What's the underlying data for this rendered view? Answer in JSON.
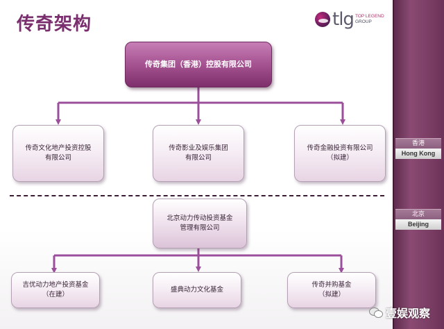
{
  "title": "传奇架构",
  "logo": {
    "mark": "tlg",
    "line1": "TOP LEGEND",
    "line2": "GROUP"
  },
  "root": {
    "label": "传奇集团（香港）控股有限公司"
  },
  "hong_kong_subsidiaries": [
    {
      "line1": "传奇文化地产投资控股",
      "line2": "有限公司"
    },
    {
      "line1": "传奇影业及娱乐集团",
      "line2": "有限公司"
    },
    {
      "line1": "传奇金融投资有限公司",
      "line2": "（拟建）"
    }
  ],
  "beijing_manager": {
    "line1": "北京动力传动投资基金",
    "line2": "管理有限公司"
  },
  "funds": [
    {
      "line1": "吉优动力地产投资基金",
      "line2": "（在建）"
    },
    {
      "line1": "盛典动力文化基金",
      "line2": ""
    },
    {
      "line1": "传奇并购基金",
      "line2": "（拟建）"
    }
  ],
  "locations": [
    {
      "cn": "香港",
      "en": "Hong Kong"
    },
    {
      "cn": "北京",
      "en": "Beijing"
    }
  ],
  "watermark": "壹娱观察",
  "colors": {
    "title": "#7a2e6e",
    "connector": "#9b4f9b",
    "root_fill": "#a14f8d",
    "sidebar": "#6e3358"
  }
}
